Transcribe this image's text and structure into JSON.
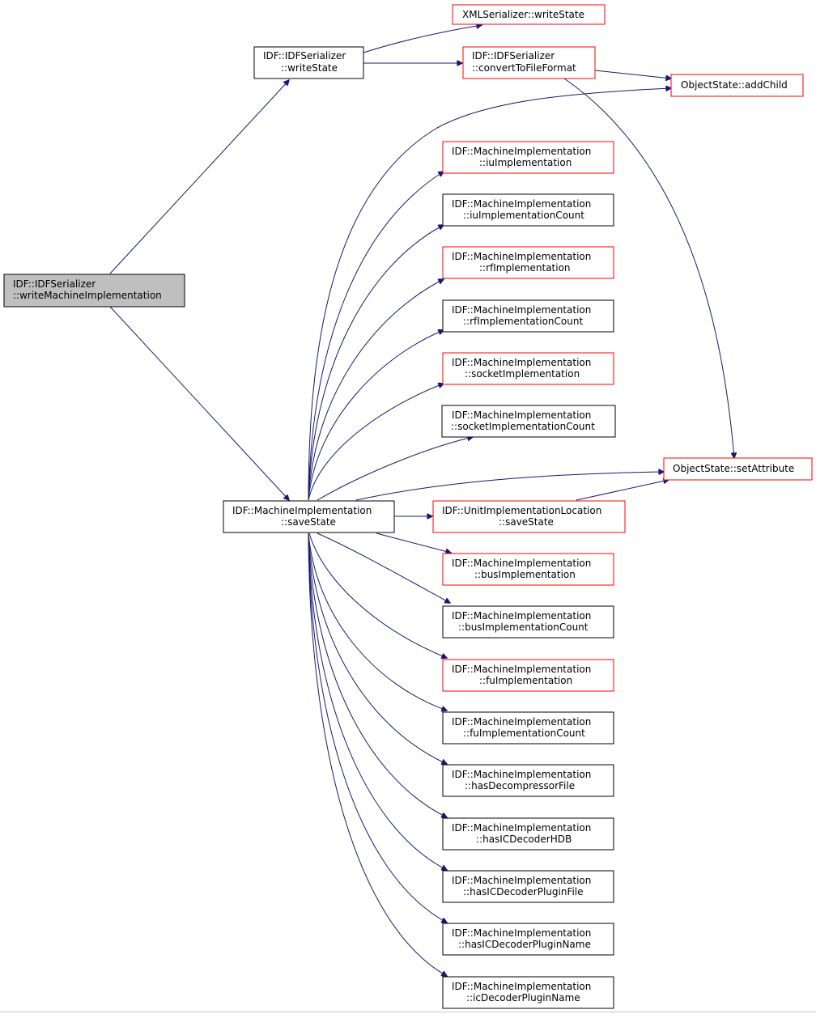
{
  "colors": {
    "edge": "#191970",
    "border_linked": "#000000",
    "border_external": "#ff0000",
    "focus_fill": "#bfbfbf"
  },
  "nodes": {
    "writeMachineImplementation": {
      "line1": "IDF::IDFSerializer",
      "line2": "::writeMachineImplementation"
    },
    "idfWriteState": {
      "line1": "IDF::IDFSerializer",
      "line2": "::writeState"
    },
    "xmlWriteState": {
      "line1": "XMLSerializer::writeState"
    },
    "convertToFileFormat": {
      "line1": "IDF::IDFSerializer",
      "line2": "::convertToFileFormat"
    },
    "addChild": {
      "line1": "ObjectState::addChild"
    },
    "setAttribute": {
      "line1": "ObjectState::setAttribute"
    },
    "saveState": {
      "line1": "IDF::MachineImplementation",
      "line2": "::saveState"
    },
    "uilSaveState": {
      "line1": "IDF::UnitImplementationLocation",
      "line2": "::saveState"
    },
    "iuImplementation": {
      "line1": "IDF::MachineImplementation",
      "line2": "::iuImplementation"
    },
    "iuImplementationCount": {
      "line1": "IDF::MachineImplementation",
      "line2": "::iuImplementationCount"
    },
    "rfImplementation": {
      "line1": "IDF::MachineImplementation",
      "line2": "::rfImplementation"
    },
    "rfImplementationCount": {
      "line1": "IDF::MachineImplementation",
      "line2": "::rfImplementationCount"
    },
    "socketImplementation": {
      "line1": "IDF::MachineImplementation",
      "line2": "::socketImplementation"
    },
    "socketImplementationCount": {
      "line1": "IDF::MachineImplementation",
      "line2": "::socketImplementationCount"
    },
    "busImplementation": {
      "line1": "IDF::MachineImplementation",
      "line2": "::busImplementation"
    },
    "busImplementationCount": {
      "line1": "IDF::MachineImplementation",
      "line2": "::busImplementationCount"
    },
    "fuImplementation": {
      "line1": "IDF::MachineImplementation",
      "line2": "::fuImplementation"
    },
    "fuImplementationCount": {
      "line1": "IDF::MachineImplementation",
      "line2": "::fuImplementationCount"
    },
    "hasDecompressorFile": {
      "line1": "IDF::MachineImplementation",
      "line2": "::hasDecompressorFile"
    },
    "hasICDecoderHDB": {
      "line1": "IDF::MachineImplementation",
      "line2": "::hasICDecoderHDB"
    },
    "hasICDecoderPluginFile": {
      "line1": "IDF::MachineImplementation",
      "line2": "::hasICDecoderPluginFile"
    },
    "hasICDecoderPluginName": {
      "line1": "IDF::MachineImplementation",
      "line2": "::hasICDecoderPluginName"
    },
    "icDecoderPluginName": {
      "line1": "IDF::MachineImplementation",
      "line2": "::icDecoderPluginName"
    }
  }
}
